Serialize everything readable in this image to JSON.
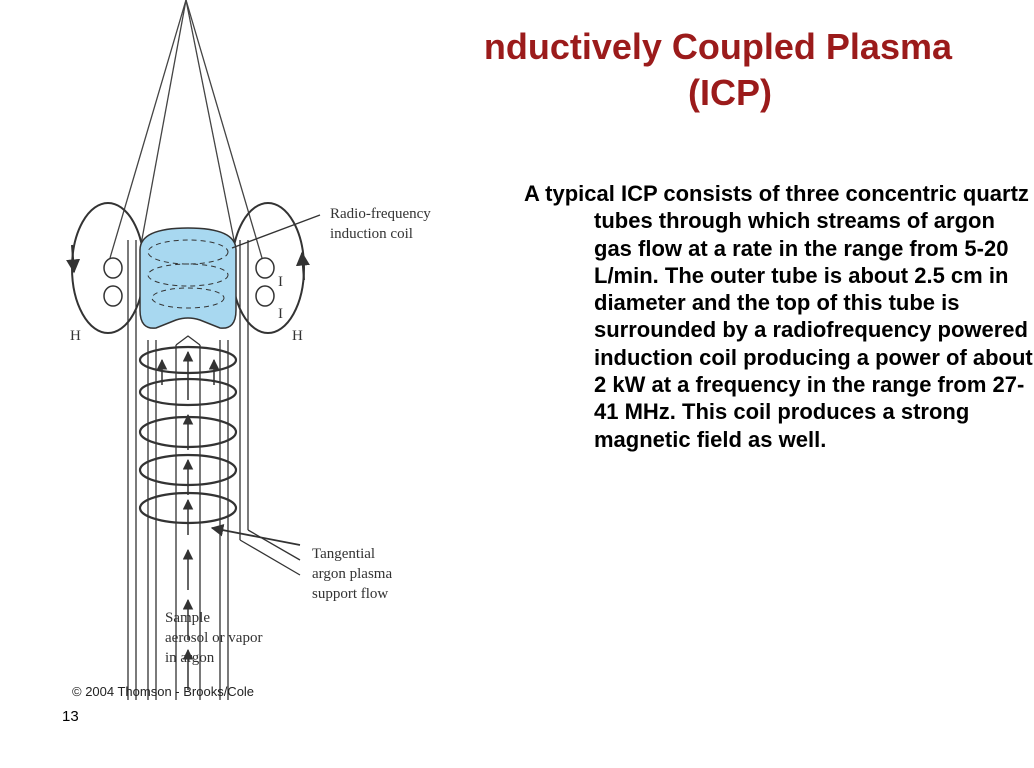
{
  "slide": {
    "title_line1": "nductively Coupled Plasma",
    "title_line2": "(ICP)",
    "body": "A typical ICP consists of three concentric quartz tubes through which streams of argon gas flow at a rate in the range from 5-20 L/min. The outer tube is about 2.5 cm in diameter and the top of this tube is surrounded by a radiofrequency powered induction coil producing a power of about 2 kW at a frequency in the range from 27-41 MHz. This coil produces a strong magnetic field as well.",
    "copyright": "© 2004 Thomson - Brooks/Cole",
    "page_number": "13"
  },
  "diagram": {
    "label_rf_line1": "Radio-frequency",
    "label_rf_line2": "induction coil",
    "label_i_upper": "I",
    "label_i_lower": "I",
    "label_h_left": "H",
    "label_h_right": "H",
    "label_tangential_line1": "Tangential",
    "label_tangential_line2": "argon plasma",
    "label_tangential_line3": "support flow",
    "label_sample_line1": "Sample",
    "label_sample_line2": "aerosol or vapor",
    "label_sample_line3": "in argon",
    "plasma_color": "#a8d8f0",
    "title_color": "#9b1b1b"
  }
}
